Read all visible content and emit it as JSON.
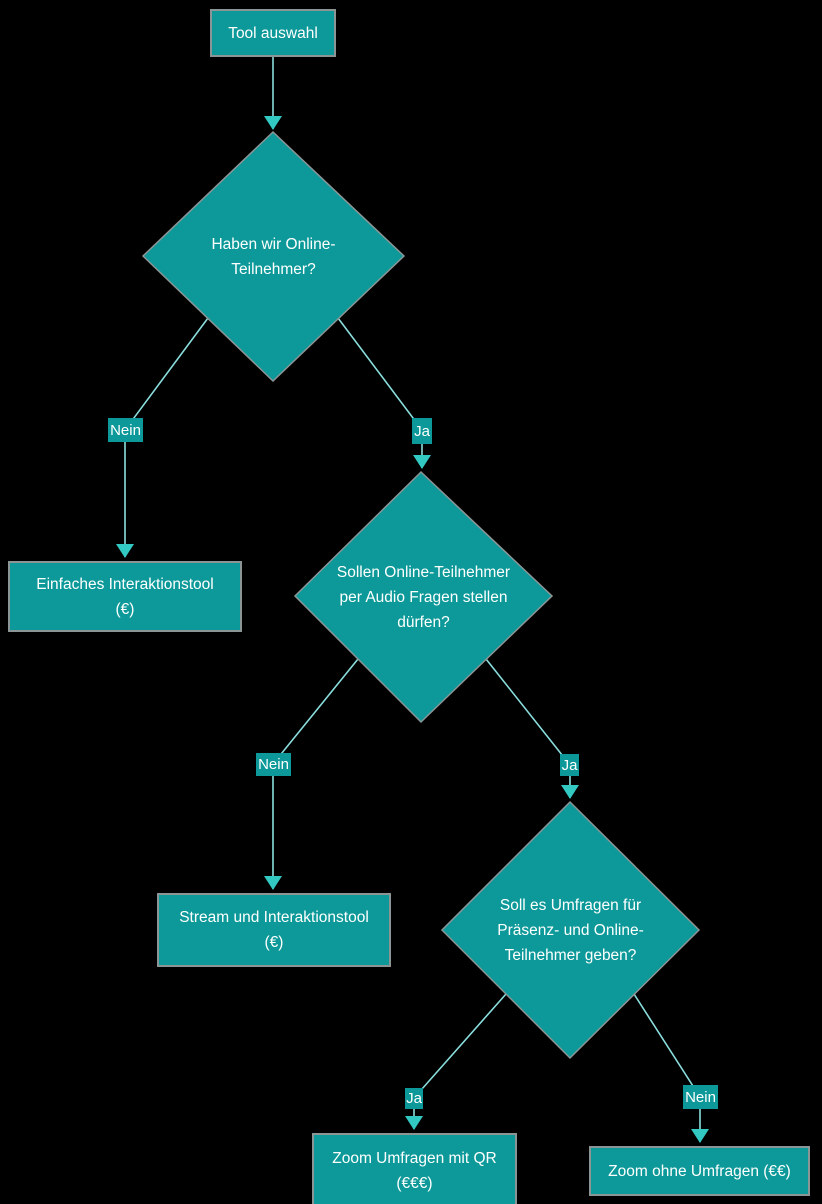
{
  "diagram": {
    "title": "Tool auswahl decision flowchart",
    "palette": {
      "background": "#000000",
      "node_fill": "#0d9999",
      "node_border": "#8c9596",
      "edge_line": "#8adedd",
      "arrowhead": "#33c9c3",
      "text": "#ffffff"
    },
    "nodes": {
      "start": {
        "type": "process",
        "label": "Tool auswahl"
      },
      "q_online": {
        "type": "decision",
        "label": "Haben wir Online-\nTeilnehmer?"
      },
      "simple_tool": {
        "type": "process",
        "label": "Einfaches Interaktionstool\n(€)"
      },
      "q_audio": {
        "type": "decision",
        "label": "Sollen Online-Teilnehmer\nper Audio Fragen stellen\ndürfen?"
      },
      "stream_tool": {
        "type": "process",
        "label": "Stream und Interaktionstool\n(€)"
      },
      "q_umfragen": {
        "type": "decision",
        "label": "Soll es Umfragen für\nPräsenz- und Online-\nTeilnehmer geben?"
      },
      "zoom_qr": {
        "type": "process",
        "label": "Zoom Umfragen mit QR\n(€€€)"
      },
      "zoom_plain": {
        "type": "process",
        "label": "Zoom ohne Umfragen (€€)"
      }
    },
    "edges": {
      "start_to_q_online": {
        "from": "start",
        "to": "q_online",
        "label": ""
      },
      "q_online_no": {
        "from": "q_online",
        "to": "simple_tool",
        "label": "Nein"
      },
      "q_online_yes": {
        "from": "q_online",
        "to": "q_audio",
        "label": "Ja"
      },
      "q_audio_no": {
        "from": "q_audio",
        "to": "stream_tool",
        "label": "Nein"
      },
      "q_audio_yes": {
        "from": "q_audio",
        "to": "q_umfragen",
        "label": "Ja"
      },
      "q_umfragen_yes": {
        "from": "q_umfragen",
        "to": "zoom_qr",
        "label": "Ja"
      },
      "q_umfragen_no": {
        "from": "q_umfragen",
        "to": "zoom_plain",
        "label": "Nein"
      }
    }
  }
}
